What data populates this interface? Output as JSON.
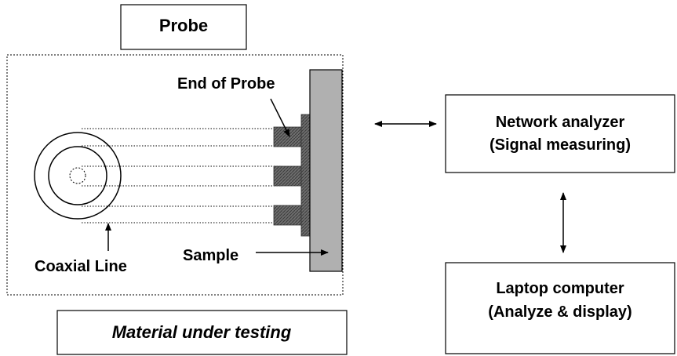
{
  "probe_box": {
    "label": "Probe"
  },
  "test_region": {
    "end_of_probe_label": "End of Probe",
    "coaxial_line_label": "Coaxial Line",
    "sample_label": "Sample"
  },
  "material_box": {
    "label": "Material under testing"
  },
  "network_analyzer": {
    "line1": "Network analyzer",
    "line2": "(Signal measuring)"
  },
  "laptop": {
    "line1": "Laptop computer",
    "line2": "(Analyze & display)"
  }
}
